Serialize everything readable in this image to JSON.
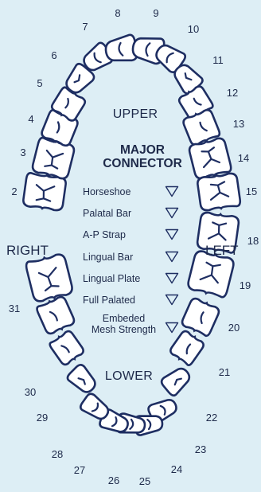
{
  "arch_labels": {
    "upper": "UPPER",
    "lower": "LOWER",
    "right": "RIGHT",
    "left": "LEFT"
  },
  "major_connector": {
    "title_line1": "MAJOR",
    "title_line2": "CONNECTOR",
    "options": [
      {
        "label": "Horseshoe",
        "icon": "triangle-down-icon",
        "selected": false
      },
      {
        "label": "Palatal Bar",
        "icon": "triangle-down-icon",
        "selected": false
      },
      {
        "label": "A-P Strap",
        "icon": "triangle-down-icon",
        "selected": false
      },
      {
        "label": "Lingual Bar",
        "icon": "triangle-down-icon",
        "selected": false
      },
      {
        "label": "Lingual Plate",
        "icon": "triangle-down-icon",
        "selected": false
      },
      {
        "label": "Full Palated",
        "icon": "triangle-down-icon",
        "selected": false
      },
      {
        "label_line1": "Embeded",
        "label_line2": "Mesh Strength",
        "icon": "triangle-down-icon",
        "selected": false
      }
    ]
  },
  "tooth_numbers": {
    "upper": [
      "2",
      "3",
      "4",
      "5",
      "6",
      "7",
      "8",
      "9",
      "10",
      "11",
      "12",
      "13",
      "14",
      "15"
    ],
    "lower": [
      "18",
      "19",
      "20",
      "21",
      "22",
      "23",
      "24",
      "25",
      "26",
      "27",
      "28",
      "29",
      "30",
      "31"
    ]
  },
  "colors": {
    "background": "#ddeef5",
    "outline": "#1e2e62",
    "tooth_fill": "#ffffff",
    "text": "#1e2a4a"
  }
}
